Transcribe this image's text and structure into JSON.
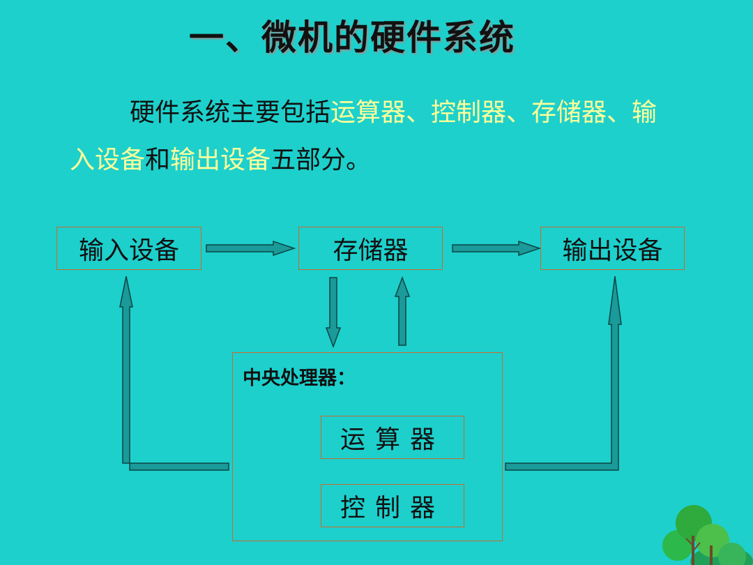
{
  "title": "一、微机的硬件系统",
  "intro": {
    "p1": "硬件系统主要包括",
    "h1": "运算器、控制器、存储器、输入设备",
    "p2": "和",
    "h2": "输出设备",
    "p3": "五部分。"
  },
  "diagram": {
    "input_device": "输入设备",
    "memory": "存储器",
    "output_device": "输出设备",
    "cpu_label": "中央处理器：",
    "alu": "运算器",
    "controller": "控制器"
  },
  "colors": {
    "background": "#1dd0cc",
    "highlight": "#ffff99",
    "box_border": "#c86a2a",
    "arrow_fill": "#1a9a98"
  },
  "icons": [
    "tree-decoration-icon"
  ]
}
